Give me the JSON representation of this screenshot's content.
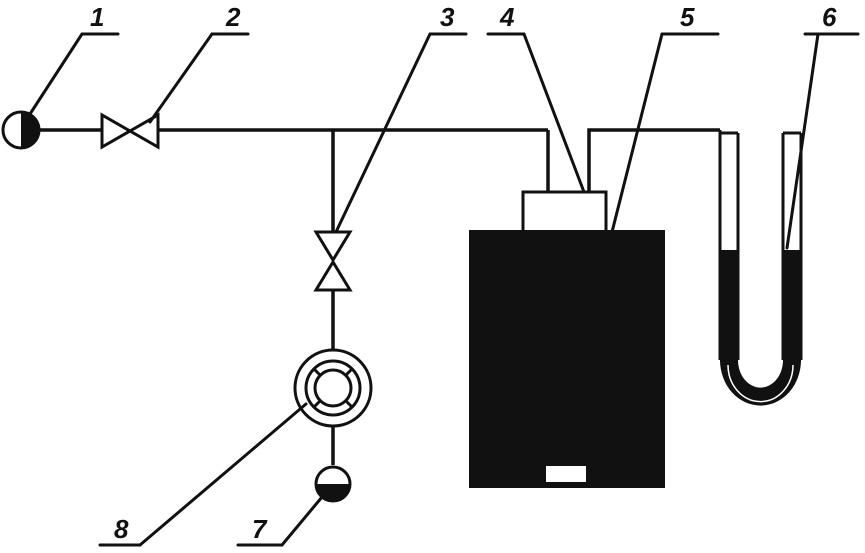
{
  "diagram": {
    "labels": [
      {
        "id": "1",
        "text": "1"
      },
      {
        "id": "2",
        "text": "2"
      },
      {
        "id": "3",
        "text": "3"
      },
      {
        "id": "4",
        "text": "4"
      },
      {
        "id": "5",
        "text": "5"
      },
      {
        "id": "6",
        "text": "6"
      },
      {
        "id": "7",
        "text": "7"
      },
      {
        "id": "8",
        "text": "8"
      }
    ],
    "colors": {
      "ink": "#111111",
      "background": "#ffffff"
    }
  }
}
